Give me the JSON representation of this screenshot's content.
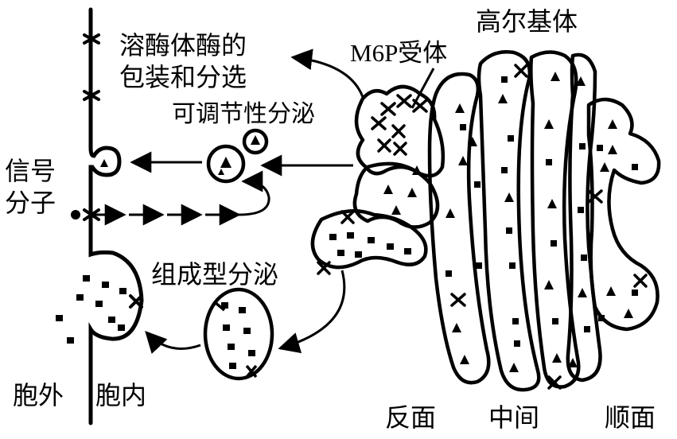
{
  "labels": {
    "golgi": "高尔基体",
    "m6p_receptor": "M6P受体",
    "lysosome_line1": "溶酶体酶的",
    "lysosome_line2": "包装和分选",
    "regulated": "可调节性分泌",
    "signal_line1": "信号",
    "signal_line2": "分子",
    "constitutive": "组成型分泌",
    "extracellular": "胞外",
    "intracellular": "胞内",
    "trans_face": "反面",
    "medial": "中间",
    "cis_face": "顺面"
  }
}
